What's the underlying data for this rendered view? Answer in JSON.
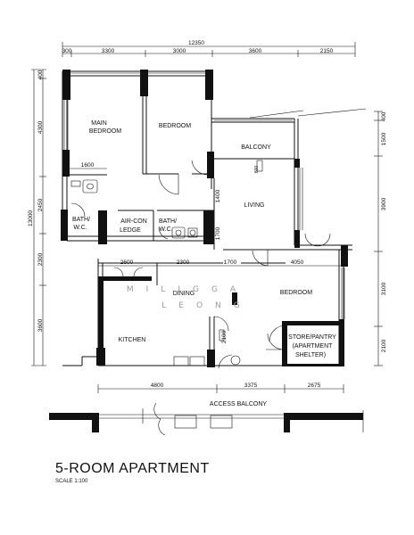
{
  "title": "5-ROOM APARTMENT",
  "scale": "SCALE   1:100",
  "watermark": {
    "line1": "MILIGGA",
    "line2": "LEONG"
  },
  "rooms": {
    "main_bedroom": [
      "MAIN",
      "BEDROOM"
    ],
    "bedroom1": "BEDROOM",
    "balcony": "BALCONY",
    "living": "LIVING",
    "bath1": [
      "BATH/",
      "W.C."
    ],
    "aircon": [
      "AIR-CON",
      "LEDGE"
    ],
    "bath2": [
      "BATH/",
      "W.C."
    ],
    "dining": "DINING",
    "bedroom2": "BEDROOM",
    "kitchen": "KITCHEN",
    "store": [
      "STORE/PANTRY",
      "(APARTMENT",
      "SHELTER)"
    ],
    "access_balcony": "ACCESS BALCONY"
  },
  "dimensions": {
    "top_total": "12350",
    "top": [
      "300",
      "3300",
      "3000",
      "3600",
      "2150"
    ],
    "left_total": "13000",
    "left": [
      "400",
      "4300",
      "2450",
      "2300",
      "3600"
    ],
    "right": [
      "400",
      "1500",
      "3900",
      "3100",
      "2100"
    ],
    "bottom": [
      "4800",
      "3375",
      "2675"
    ],
    "mid_row": [
      "2600",
      "2300",
      "1700",
      "4050"
    ],
    "inner_1600": "1600",
    "inner_1400": "1400",
    "inner_1700": "1700",
    "inner_2100": "2100",
    "inner_800": "800"
  }
}
